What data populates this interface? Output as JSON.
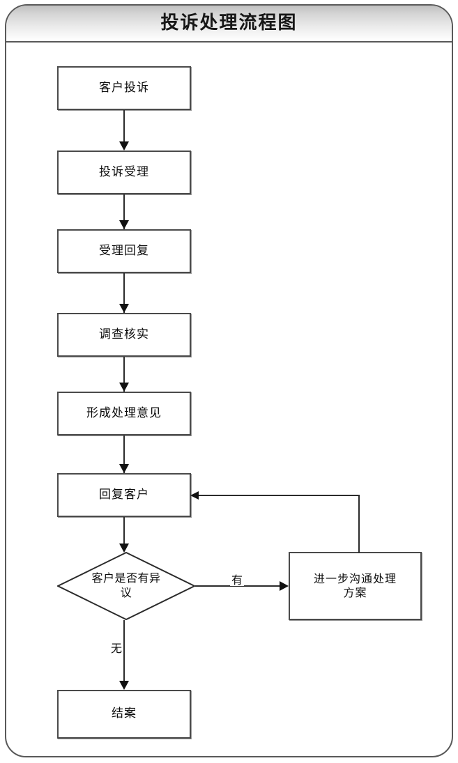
{
  "diagram": {
    "title": "投诉处理流程图",
    "type": "flowchart",
    "nodes": [
      {
        "id": "n1",
        "shape": "process",
        "label": "客户投诉"
      },
      {
        "id": "n2",
        "shape": "process",
        "label": "投诉受理"
      },
      {
        "id": "n3",
        "shape": "process",
        "label": "受理回复"
      },
      {
        "id": "n4",
        "shape": "process",
        "label": "调查核实"
      },
      {
        "id": "n5",
        "shape": "process",
        "label": "形成处理意见"
      },
      {
        "id": "n6",
        "shape": "process",
        "label": "回复客户"
      },
      {
        "id": "n7",
        "shape": "decision",
        "label": "客户是否有异\n议"
      },
      {
        "id": "n8",
        "shape": "process",
        "label": "进一步沟通处理\n方案"
      },
      {
        "id": "n9",
        "shape": "process",
        "label": "结案"
      }
    ],
    "edges": [
      {
        "from": "n1",
        "to": "n2",
        "label": ""
      },
      {
        "from": "n2",
        "to": "n3",
        "label": ""
      },
      {
        "from": "n3",
        "to": "n4",
        "label": ""
      },
      {
        "from": "n4",
        "to": "n5",
        "label": ""
      },
      {
        "from": "n5",
        "to": "n6",
        "label": ""
      },
      {
        "from": "n6",
        "to": "n7",
        "label": ""
      },
      {
        "from": "n7",
        "to": "n8",
        "label": "有"
      },
      {
        "from": "n7",
        "to": "n9",
        "label": "无"
      },
      {
        "from": "n8",
        "to": "n6",
        "label": ""
      }
    ],
    "edge_labels": {
      "yes": "有",
      "no": "无"
    },
    "colors": {
      "node_border": "#4a4a4a",
      "node_fill": "#ffffff",
      "connector": "#2b2b2b",
      "frame_border": "#595959",
      "title_gradient_top": "#bfbfbf",
      "title_gradient_bottom": "#ffffff",
      "text": "#0d0d0d"
    }
  }
}
